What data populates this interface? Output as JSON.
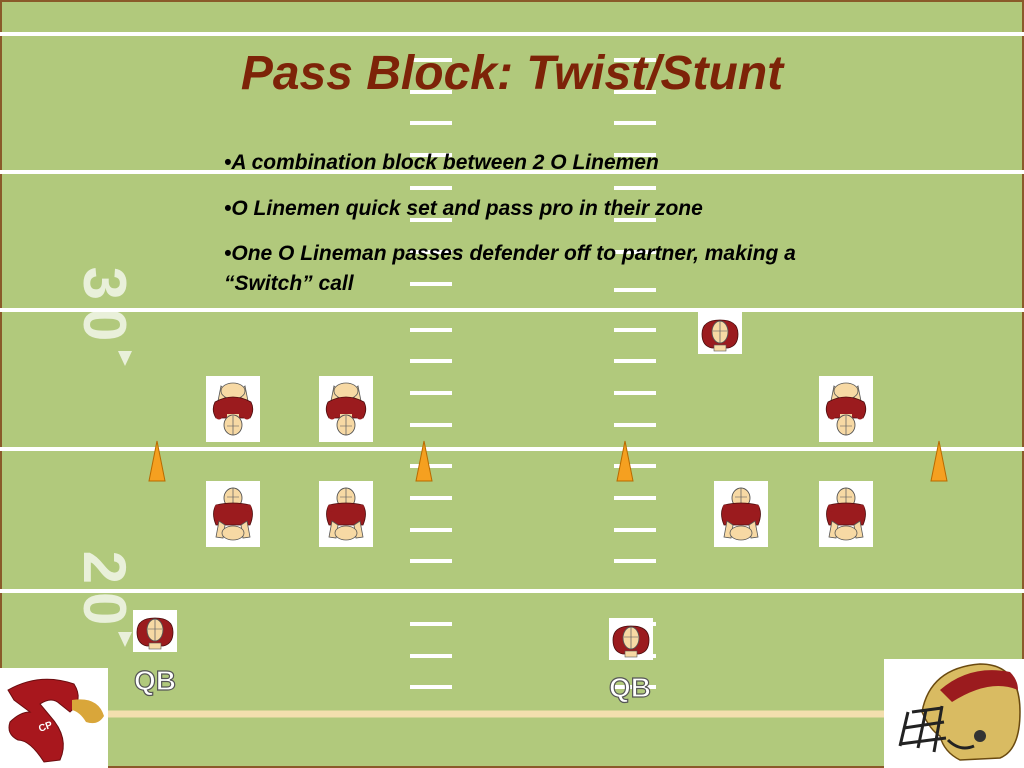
{
  "slide": {
    "title": "Pass Block: Twist/Stunt",
    "bullets": [
      {
        "marker": "•",
        "text": "A combination block between 2 O Linemen"
      },
      {
        "marker": "•",
        "text": "O Linemen quick set and pass pro in their zone"
      },
      {
        "marker": "•",
        "text": "One O Lineman passes defender off to partner, making a “Switch” call"
      }
    ]
  },
  "field": {
    "yard_numbers": [
      "30",
      "20"
    ]
  },
  "player_labels": {
    "left_qb": "QB",
    "right_qb": "QB"
  },
  "logos": {
    "team_logo_text": "CP"
  },
  "colors": {
    "field_green": "#b1c97c",
    "yard_line": "#ffffff",
    "goal_line": "#f3dfae",
    "title": "#7d2308",
    "jersey": "#9b1b1e",
    "skin": "#f7d9a4",
    "cone": "#f5a020",
    "helmet_gold": "#d9bb62"
  },
  "icons": [
    "defensive-player-icon",
    "offensive-lineman-icon",
    "quarterback-icon",
    "cone-icon",
    "team-logo-icon",
    "football-helmet-icon"
  ]
}
